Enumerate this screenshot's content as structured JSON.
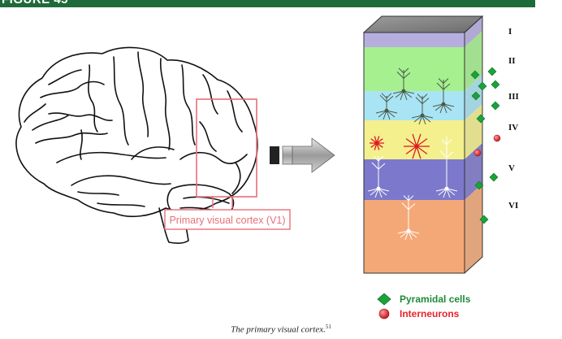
{
  "header": {
    "title": "FIGURE 45"
  },
  "brain": {
    "region_label": "Primary visual cortex (V1)"
  },
  "column": {
    "layers": [
      {
        "name": "I",
        "color": "#b7aee0"
      },
      {
        "name": "II",
        "color": "#a6f08f"
      },
      {
        "name": "III",
        "color": "#a9e4f4"
      },
      {
        "name": "IV",
        "color": "#f4f08e"
      },
      {
        "name": "V",
        "color": "#7c79cc"
      },
      {
        "name": "VI",
        "color": "#f4a877"
      }
    ]
  },
  "legend": {
    "pyramidal": {
      "label": "Pyramidal cells",
      "color": "#1aa33a"
    },
    "interneuron": {
      "label": "Interneurons",
      "color": "#e8232a"
    }
  },
  "caption": {
    "text": "The primary visual cortex.",
    "ref": "51"
  }
}
